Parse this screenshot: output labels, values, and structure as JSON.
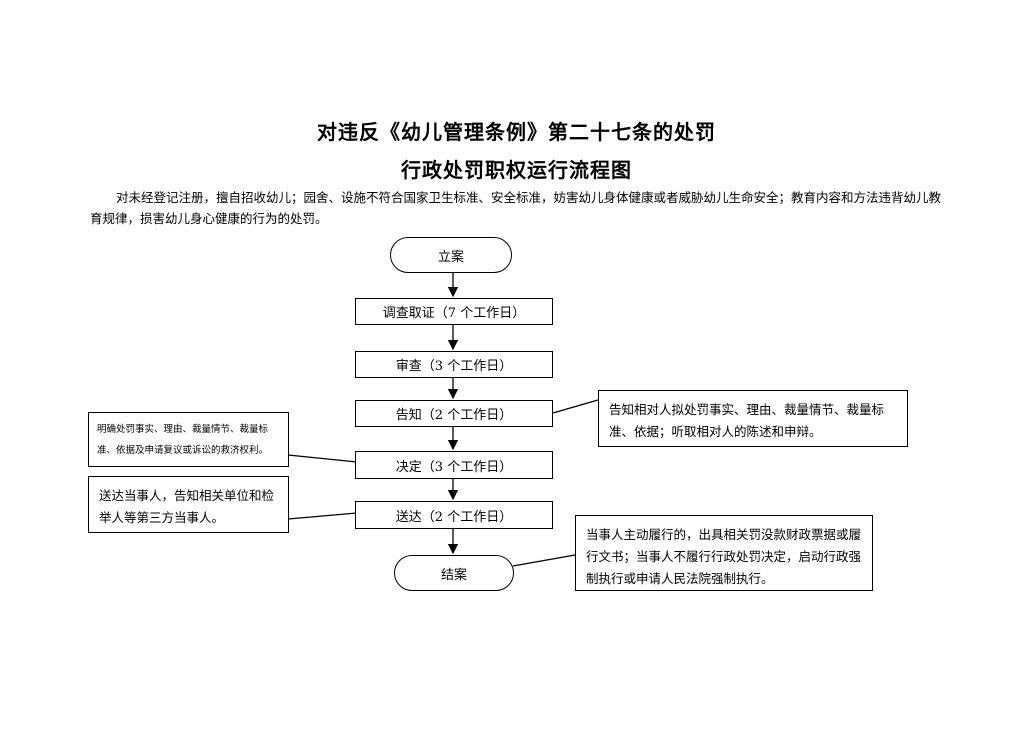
{
  "title_line1": "对违反《幼儿管理条例》第二十七条的处罚",
  "title_line2": "行政处罚职权运行流程图",
  "description": "对未经登记注册，擅自招收幼儿；园舍、设施不符合国家卫生标准、安全标准，妨害幼儿身体健康或者威胁幼儿生命安全；教育内容和方法违背幼儿教育规律，损害幼儿身心健康的行为的处罚。",
  "flow": {
    "start": "立案",
    "steps": [
      "调查取证（7 个工作日）",
      "审查（3 个工作日）",
      "告知（2 个工作日）",
      "决定（3 个工作日）",
      "送达（2 个工作日）"
    ],
    "end": "结案"
  },
  "notes": {
    "inform": "告知相对人拟处罚事实、理由、裁量情节、裁量标准、依据；听取相对人的陈述和申辩。",
    "decide": "明确处罚事实、理由、裁量情节、裁量标准、依据及申请复议或诉讼的救济权利。",
    "deliver": "送达当事人，告知相关单位和检举人等第三方当事人。",
    "close": "当事人主动履行的，出具相关罚没款财政票据或履行文书；当事人不履行行政处罚决定，启动行政强制执行或申请人民法院强制执行。"
  }
}
